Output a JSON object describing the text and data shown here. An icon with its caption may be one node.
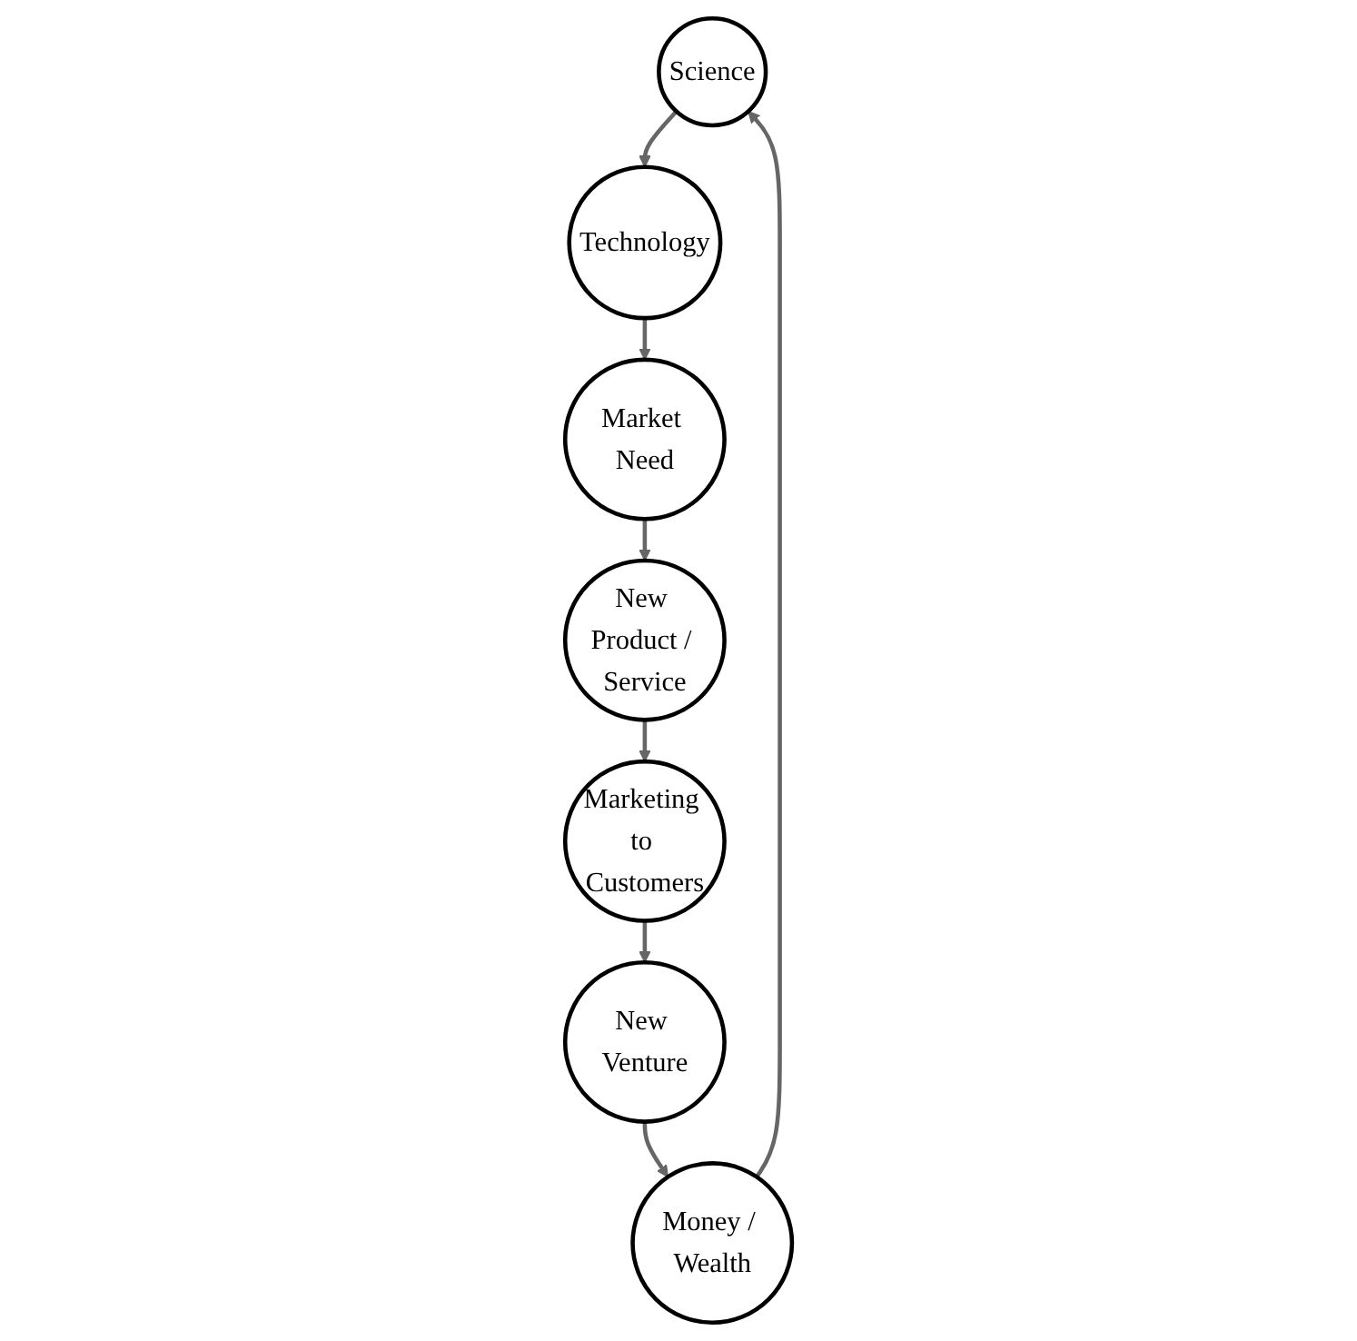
{
  "diagram": {
    "nodes": [
      {
        "text": [
          "Science"
        ]
      },
      {
        "text": [
          "Technology"
        ]
      },
      {
        "text": [
          "Market Need"
        ]
      },
      {
        "text": [
          "New Product / Service"
        ]
      },
      {
        "text": [
          "Marketing to Customers"
        ]
      },
      {
        "text": [
          "New Venture"
        ]
      },
      {
        "text": [
          "Money / Wealth"
        ]
      }
    ],
    "edges": [
      {
        "from": 0,
        "to": 1,
        "arrow": "to"
      },
      {
        "from": 1,
        "to": 2,
        "arrow": "to"
      },
      {
        "from": 2,
        "to": 3,
        "arrow": "to"
      },
      {
        "from": 3,
        "to": 4,
        "arrow": "to"
      },
      {
        "from": 4,
        "to": 5,
        "arrow": "to"
      },
      {
        "from": 5,
        "to": 6,
        "arrow": "to"
      },
      {
        "from": 6,
        "to": 0,
        "arrow": "to"
      }
    ]
  }
}
